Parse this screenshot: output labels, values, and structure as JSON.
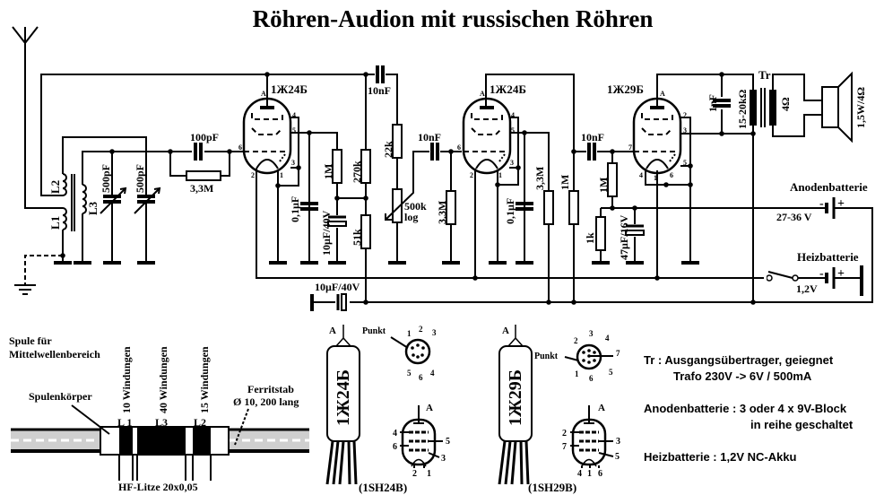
{
  "title": "Röhren-Audion mit russischen Röhren",
  "colors": {
    "ink": "#000000",
    "background": "#ffffff",
    "ferrite": "#b8b8b8"
  },
  "icons": [
    "antenna-icon",
    "ground-icon",
    "speaker-icon",
    "switch-icon",
    "battery-icon",
    "transformer-icon",
    "tube-icon"
  ],
  "schematic": {
    "tube1": {
      "name": "1Ж24Б",
      "pins": {
        "A": "A",
        "p4": "4",
        "p5": "5",
        "p6": "6",
        "p3": "3",
        "p2": "2",
        "p1": "1"
      }
    },
    "tube2": {
      "name": "1Ж24Б",
      "pins": {
        "A": "A",
        "p4": "4",
        "p5": "5",
        "p6": "6",
        "p3": "3",
        "p2": "2",
        "p1": "1"
      }
    },
    "tube3": {
      "name": "1Ж29Б",
      "pins": {
        "A": "A",
        "p2": "2",
        "p3": "3",
        "p7": "7",
        "p5": "5",
        "p4": "4",
        "p1": "1",
        "p6": "6"
      }
    },
    "L1": "L1",
    "L2": "L2",
    "L3": "L3",
    "c_var1": "500pF",
    "c_var2": "500pF",
    "c_grid1": "100pF",
    "r_grid1": "3,3M",
    "r_1m_a": "1M",
    "r_270k": "270k",
    "r_51k": "51k",
    "c_01_a": "0,1µF",
    "c_10u_a": "10µF/40V",
    "c_10n_a": "10nF",
    "r_22k": "22k",
    "pot": "500k",
    "pot_log": "log",
    "c_10n_b": "10nF",
    "r_33m_b": "3,3M",
    "c_01_b": "0,1µF",
    "r_33m_c": "3,3M",
    "r_1m_b": "1M",
    "c_10n_c": "10nF",
    "r_1m_c": "1M",
    "r_1k": "1k",
    "c_47u": "47µF/16V",
    "c_1n": "1nF",
    "tr": "Tr",
    "tr_primary": "15-20kΩ",
    "tr_secondary": "4Ω",
    "speaker": "1,5W/4Ω",
    "anode_battery": "Anodenbatterie",
    "anode_voltage": "27-36 V",
    "heater_battery": "Heizbatterie",
    "heater_voltage": "1,2V",
    "minus": "-",
    "plus": "+",
    "c_10u_b": "10µF/40V"
  },
  "coil": {
    "heading1": "Spule für",
    "heading2": "Mittelwellenbereich",
    "body": "Spulenkörper",
    "w1": "10 Windungen",
    "w2": "40 Windungen",
    "w3": "15 Windungen",
    "l1": "L 1",
    "l3": "L3",
    "l2": "L2",
    "rod1": "Ferritstab",
    "rod2": "Ø 10, 200 lang",
    "wire": "HF-Litze 20x0,05"
  },
  "tube_views": {
    "t1": {
      "name": "1Ж24Б",
      "anode": "A",
      "punkt": "Punkt",
      "base_pins": [
        "1",
        "2",
        "3",
        "4",
        "5",
        "6"
      ],
      "sym_anode": "A",
      "sym_pins": [
        "4",
        "6",
        "5",
        "3",
        "2",
        "1"
      ],
      "latin": "(1SH24B)"
    },
    "t2": {
      "name": "1Ж29Б",
      "anode": "A",
      "punkt": "Punkt",
      "base_pins": [
        "2",
        "3",
        "4",
        "7",
        "1",
        "6",
        "5"
      ],
      "sym_anode": "A",
      "sym_pins": [
        "2",
        "7",
        "3",
        "5",
        "4",
        "1",
        "6"
      ],
      "latin": "(1SH29B)"
    }
  },
  "notes": {
    "tr1": "Tr :  Ausgangsübertrager, geiegnet",
    "tr2": "Trafo 230V -> 6V / 500mA",
    "an1": "Anodenbatterie : 3 oder 4 x 9V-Block",
    "an2": "in reihe geschaltet",
    "hz": "Heizbatterie : 1,2V NC-Akku"
  }
}
